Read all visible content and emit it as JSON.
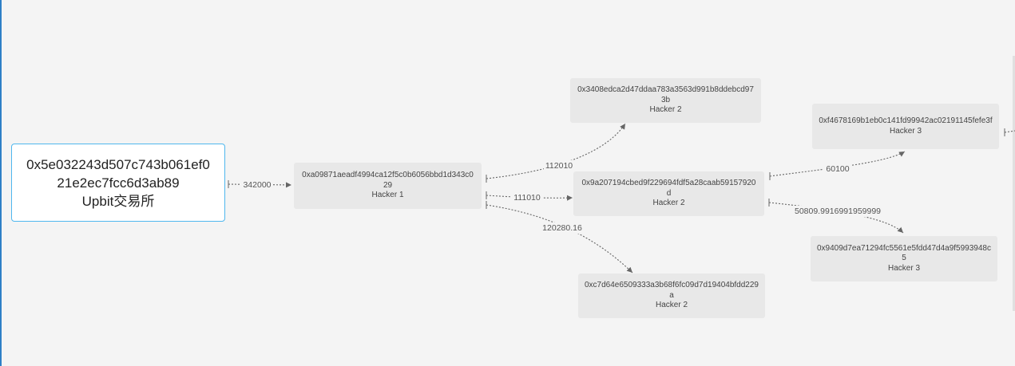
{
  "nodes": {
    "root": {
      "address": "0x5e032243d507c743b061ef021e2ec7fcc6d3ab89",
      "label": "Upbit交易所"
    },
    "h1": {
      "address": "0xa09871aeadf4994ca12f5c0b6056bbd1d343c029",
      "label": "Hacker 1"
    },
    "h2a": {
      "address": "0x3408edca2d47ddaa783a3563d991b8ddebcd973b",
      "label": "Hacker 2"
    },
    "h2b": {
      "address": "0x9a207194cbed9f229694fdf5a28caab59157920d",
      "label": "Hacker 2"
    },
    "h2c": {
      "address": "0xc7d64e6509333a3b68f6fc09d7d19404bfdd229a",
      "label": "Hacker 2"
    },
    "h3a": {
      "address": "0xf4678169b1eb0c141fd99942ac02191145fefe3f",
      "label": "Hacker 3"
    },
    "h3b": {
      "address": "0x9409d7ea71294fc5561e5fdd47d4a9f5993948c5",
      "label": "Hacker 3"
    }
  },
  "edges": {
    "root_h1": "342000",
    "h1_h2a": "112010",
    "h1_h2b": "111010",
    "h1_h2c": "120280.16",
    "h2b_h3a": "60100",
    "h2b_h3b": "50809.9916991959999"
  },
  "colors": {
    "accent": "#4fb7ee",
    "edge": "#666666",
    "node_bg": "#e8e8e8"
  }
}
